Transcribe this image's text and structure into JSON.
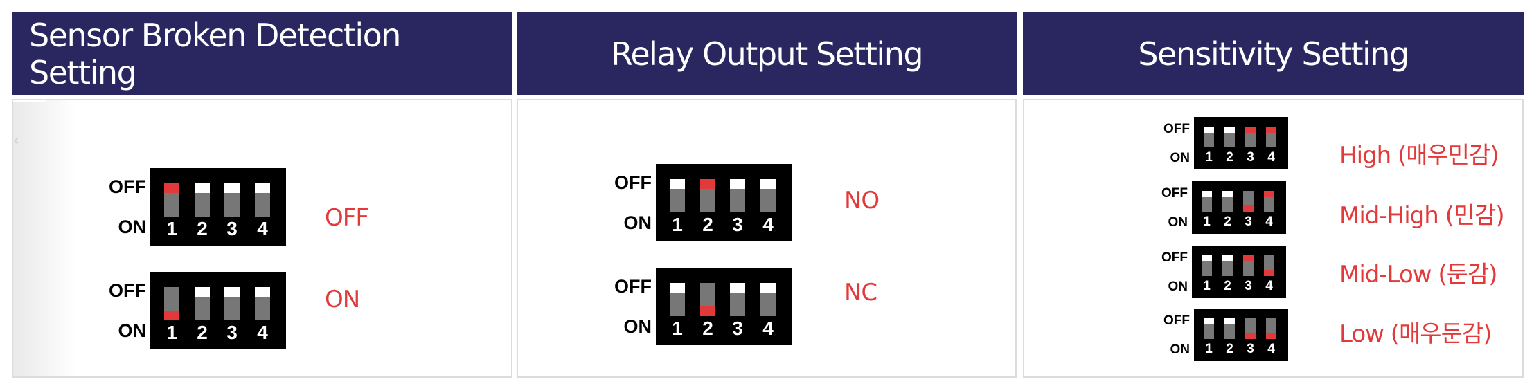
{
  "colors": {
    "header_bg": "#2a2760",
    "header_text": "#ffffff",
    "switch_body": "#777777",
    "actuator_default": "#ffffff",
    "actuator_highlight": "#e23a3a",
    "state_text": "#e23a3a"
  },
  "switch_labels": {
    "off": "OFF",
    "on": "ON"
  },
  "switch_numbers": [
    "1",
    "2",
    "3",
    "4"
  ],
  "panels": [
    {
      "title": "Sensor Broken Detection Setting",
      "configs": [
        {
          "state": "OFF",
          "switches": [
            {
              "position": "off",
              "highlight": true
            },
            {
              "position": "off",
              "highlight": false
            },
            {
              "position": "off",
              "highlight": false
            },
            {
              "position": "off",
              "highlight": false
            }
          ]
        },
        {
          "state": "ON",
          "switches": [
            {
              "position": "on",
              "highlight": true
            },
            {
              "position": "off",
              "highlight": false
            },
            {
              "position": "off",
              "highlight": false
            },
            {
              "position": "off",
              "highlight": false
            }
          ]
        }
      ]
    },
    {
      "title": "Relay Output Setting",
      "configs": [
        {
          "state": "NO",
          "switches": [
            {
              "position": "off",
              "highlight": false
            },
            {
              "position": "off",
              "highlight": true
            },
            {
              "position": "off",
              "highlight": false
            },
            {
              "position": "off",
              "highlight": false
            }
          ]
        },
        {
          "state": "NC",
          "switches": [
            {
              "position": "off",
              "highlight": false
            },
            {
              "position": "on",
              "highlight": true
            },
            {
              "position": "off",
              "highlight": false
            },
            {
              "position": "off",
              "highlight": false
            }
          ]
        }
      ]
    },
    {
      "title": "Sensitivity Setting",
      "configs": [
        {
          "state": "High (매우민감)",
          "switches": [
            {
              "position": "off",
              "highlight": false
            },
            {
              "position": "off",
              "highlight": false
            },
            {
              "position": "off",
              "highlight": true
            },
            {
              "position": "off",
              "highlight": true
            }
          ]
        },
        {
          "state": "Mid-High (민감)",
          "switches": [
            {
              "position": "off",
              "highlight": false
            },
            {
              "position": "off",
              "highlight": false
            },
            {
              "position": "on",
              "highlight": true
            },
            {
              "position": "off",
              "highlight": true
            }
          ]
        },
        {
          "state": "Mid-Low (둔감)",
          "switches": [
            {
              "position": "off",
              "highlight": false
            },
            {
              "position": "off",
              "highlight": false
            },
            {
              "position": "off",
              "highlight": true
            },
            {
              "position": "on",
              "highlight": true
            }
          ]
        },
        {
          "state": "Low (매우둔감)",
          "switches": [
            {
              "position": "off",
              "highlight": false
            },
            {
              "position": "off",
              "highlight": false
            },
            {
              "position": "on",
              "highlight": true
            },
            {
              "position": "on",
              "highlight": true
            }
          ]
        }
      ]
    }
  ]
}
